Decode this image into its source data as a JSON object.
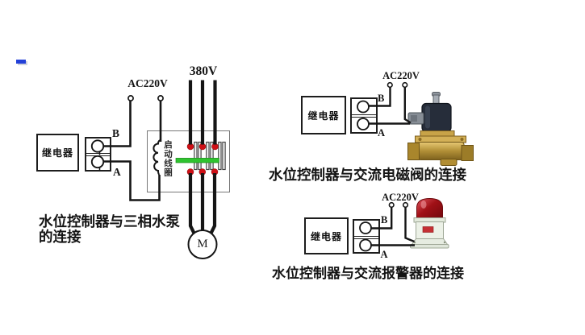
{
  "page": {
    "link_dash": "-"
  },
  "colors": {
    "wire": "#151515",
    "red_terminal_dot": "#cf1016",
    "green_contact_bridge": "#2fc32f",
    "coil_body": "#262d3a",
    "brass_valve": "#b18f36",
    "alarm_dome_red": "#a01016",
    "alarm_base": "#ecf1e7",
    "link_blue": "#2340d8"
  },
  "left_diagram": {
    "supply_label": "AC220V",
    "phase_label": "380V",
    "relay_label": "继电器",
    "terminal_b_label": "B",
    "terminal_a_label": "A",
    "coil_label": "启动线圈",
    "motor_label": "M",
    "caption_line1": "水位控制器与三相水泵",
    "caption_line2": "的连接"
  },
  "valve_diagram": {
    "supply_label": "AC220V",
    "relay_label": "继电器",
    "terminal_b_label": "B",
    "terminal_a_label": "A",
    "caption": "水位控制器与交流电磁阀的连接"
  },
  "alarm_diagram": {
    "supply_label": "AC220V",
    "relay_label": "继电器",
    "terminal_b_label": "B",
    "terminal_a_label": "A",
    "caption": "水位控制器与交流报警器的连接"
  }
}
